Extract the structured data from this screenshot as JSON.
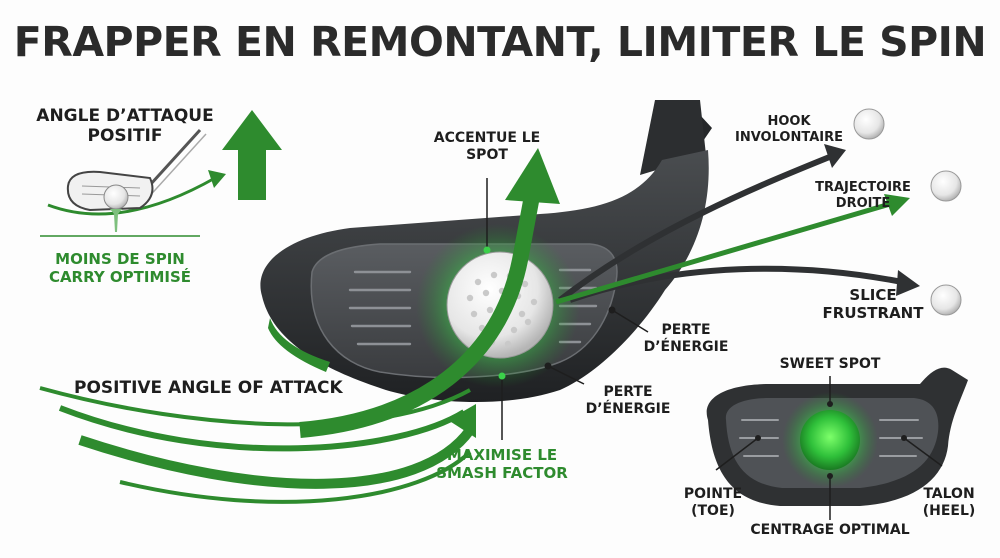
{
  "title": "FRAPPER EN REMONTANT, LIMITER LE SPIN",
  "inset_attack": {
    "heading_line1": "ANGLE D’ATTAQUE",
    "heading_line2": "POSITIF",
    "result_line1": "MOINS DE SPIN",
    "result_line2": "CARRY OPTIMISÉ"
  },
  "main_club": {
    "swing_label": "POSITIVE ANGLE OF ATTACK",
    "spot_label_line1": "ACCENTUE LE",
    "spot_label_line2": "SPOT",
    "smash_label_line1": "MAXIMISE LE",
    "smash_label_line2": "SMASH FACTOR",
    "energy_loss_1_line1": "PERTE",
    "energy_loss_1_line2": "D’ÉNERGIE",
    "energy_loss_2_line1": "PERTE",
    "energy_loss_2_line2": "D’ÉNERGIE"
  },
  "trajectories": {
    "hook_line1": "HOOK",
    "hook_line2": "INVOLONTAIRE",
    "straight_line1": "TRAJECTOIRE",
    "straight_line2": "DROITE",
    "slice_line1": "SLICE",
    "slice_line2": "FRUSTRANT"
  },
  "inset_face": {
    "sweet_spot": "SWEET SPOT",
    "toe_line1": "POINTE",
    "toe_line2": "(TOE)",
    "heel_line1": "TALON",
    "heel_line2": "(HEEL)",
    "center_label": "CENTRAGE OPTIMAL"
  },
  "colors": {
    "accent_green": "#2e8b2e",
    "club_dark": "#2f3133",
    "text_dark": "#1e1e1e"
  }
}
